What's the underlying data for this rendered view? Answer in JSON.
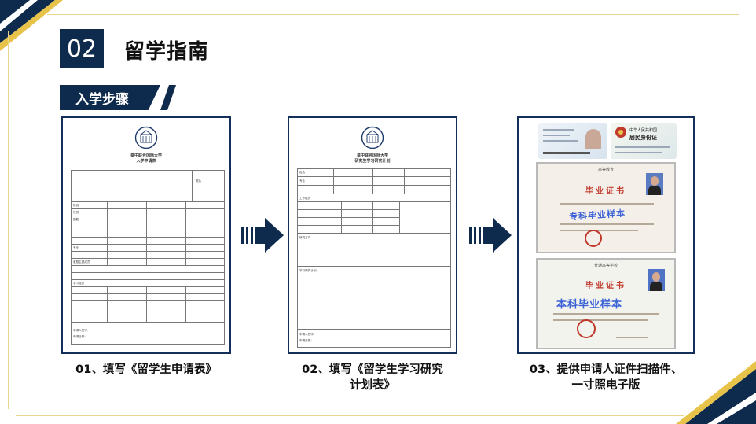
{
  "section": {
    "number": "02",
    "title": "留学指南"
  },
  "step_banner": {
    "label": "入学步骤"
  },
  "colors": {
    "navy": "#0e2b4d",
    "gold": "#e8c34a",
    "stamp_red": "#c0392b",
    "watermark_blue": "#3b62d6"
  },
  "steps": [
    {
      "caption": "01、填写《留学生申请表》",
      "form": {
        "title_line1": "皇中联合国际大学",
        "title_line2": "入学申请表",
        "photo_label": "照片",
        "field_name": "姓名",
        "field_gender": "性别",
        "field_nationality": "国籍",
        "field_major": "专业",
        "field_education": "学习经历",
        "field_work": "工作经历",
        "field_family": "家庭主要成员",
        "field_sign": "申请人签字：",
        "field_date": "申请日期："
      }
    },
    {
      "caption_line1": "02、填写《留学生学习研究",
      "caption_line2": "计划表》",
      "form": {
        "title_line1": "皇中联合国际大学",
        "title_line2": "研究生学习研究计划",
        "field_name": "姓名",
        "field_major": "专业",
        "field_work": "工作经历",
        "field_research": "研究方向",
        "field_plan": "学习研究计划",
        "field_sign": "申请人签字：",
        "field_date": "申请日期："
      }
    },
    {
      "caption_line1": "03、提供申请人证件扫描件、",
      "caption_line2": "一寸照电子版",
      "id_card": {
        "back_title_1": "中华人民共和国",
        "back_title_2": "居民身份证"
      },
      "certs": [
        {
          "header": "高等教育",
          "title": "毕业证书",
          "watermark": "专科毕业样本"
        },
        {
          "header": "普通高等学校",
          "title": "毕业证书",
          "watermark": "本科毕业样本"
        }
      ]
    }
  ]
}
